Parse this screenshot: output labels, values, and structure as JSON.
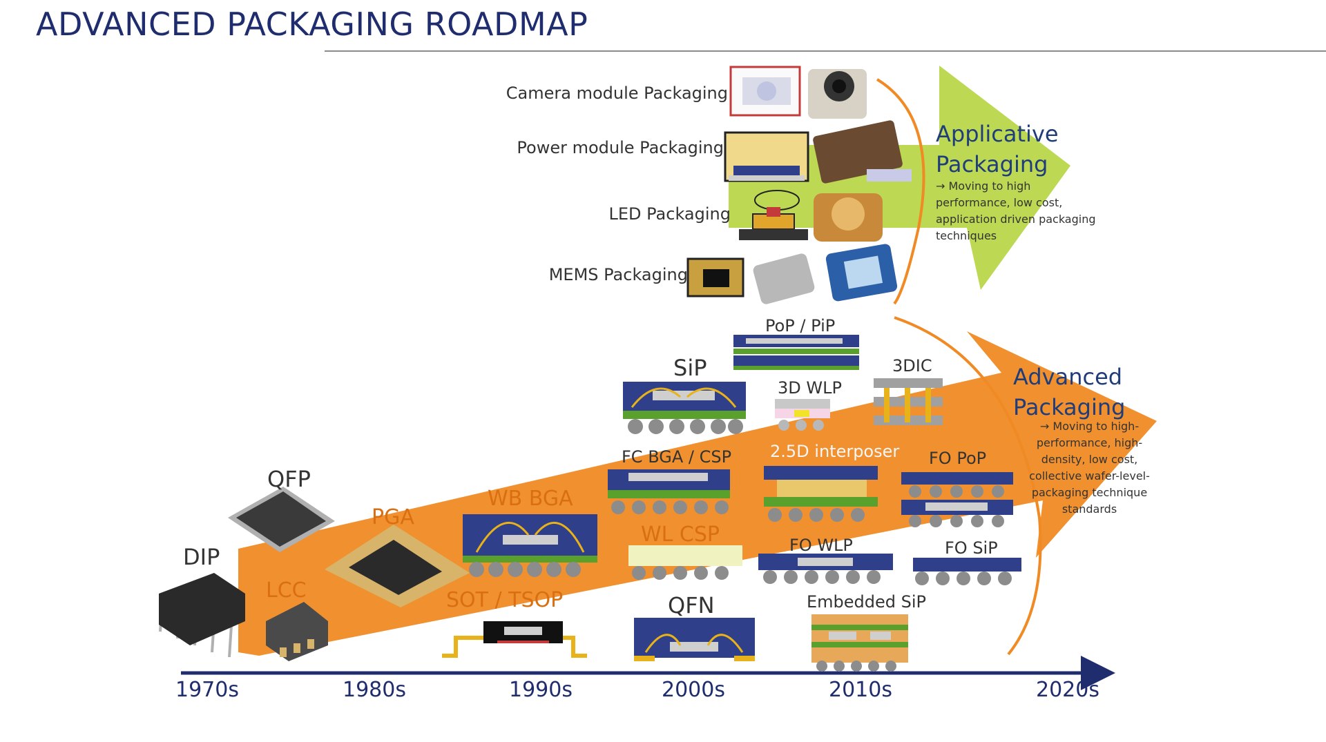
{
  "title": "ADVANCED PACKAGING ROADMAP",
  "applicative": {
    "title_line1": "Applicative",
    "title_line2": "Packaging",
    "description": "→ Moving to high performance, low cost, application driven packaging techniques",
    "items": [
      "Camera module Packaging",
      "Power module Packaging",
      "LED Packaging",
      "MEMS Packaging"
    ]
  },
  "advanced": {
    "title_line1": "Advanced",
    "title_line2": "Packaging",
    "description": "→ Moving to high-performance, high-density, low cost, collective wafer-level-packaging technique standards"
  },
  "packages": {
    "dip": "DIP",
    "qfp": "QFP",
    "lcc": "LCC",
    "pga": "PGA",
    "wb_bga": "WB BGA",
    "sot_tsop": "SOT / TSOP",
    "sip": "SiP",
    "fc_bga": "FC BGA / CSP",
    "wl_csp": "WL CSP",
    "qfn": "QFN",
    "pop_pip": "PoP / PiP",
    "wlp_3d": "3D WLP",
    "interposer": "2.5D interposer",
    "fo_wlp": "FO WLP",
    "embedded_sip": "Embedded SiP",
    "dic": "3DIC",
    "fo_pop": "FO PoP",
    "fo_sip": "FO SiP"
  },
  "timeline": [
    "1970s",
    "1980s",
    "1990s",
    "2000s",
    "2010s",
    "2020s"
  ],
  "colors": {
    "navy": "#1f2d6e",
    "orange": "#f08a24",
    "orange_dark": "#d96f10",
    "lime": "#b9d64a",
    "chip_blue": "#2f3f8a",
    "bump_gray": "#8c8c8c",
    "pcb_green": "#5aa02c",
    "gold": "#e8b21a"
  }
}
